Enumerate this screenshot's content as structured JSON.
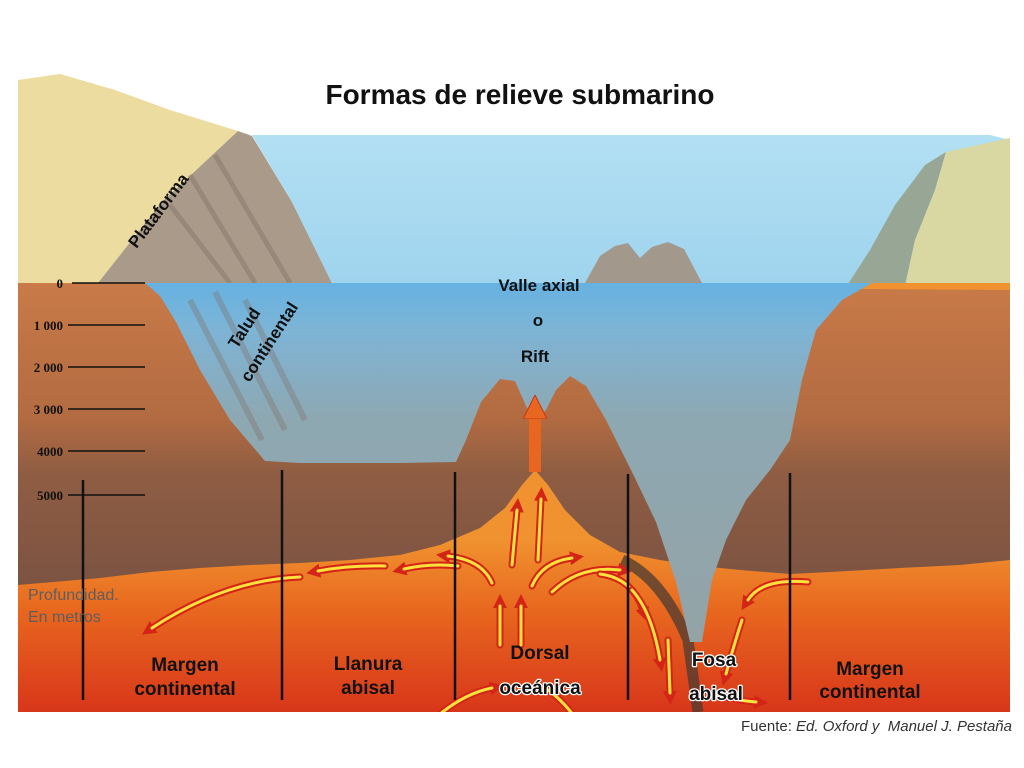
{
  "title": "Formas de relieve submarino",
  "depth_scale": {
    "ticks": [
      "0",
      "1 000",
      "2 000",
      "3 000",
      "4000",
      "5000"
    ],
    "caption": [
      "Profundidad.",
      "En metros"
    ]
  },
  "features": {
    "plataforma": "Plataforma",
    "talud": [
      "Talud",
      "continental"
    ],
    "valle_axial": [
      "Valle axial",
      "o",
      "Rift"
    ]
  },
  "zones": [
    [
      "Margen",
      "continental"
    ],
    [
      "Llanura",
      "abisal"
    ],
    [
      "Dorsal",
      "oceánica"
    ],
    [
      "Fosa",
      "abisal"
    ],
    [
      "Margen",
      "continental"
    ]
  ],
  "source": {
    "prefix": "Fuente: ",
    "credit": "Ed. Oxford y  Manuel J. Pestaña"
  },
  "colors": {
    "arrow_fill": "#ffe23c",
    "arrow_outline": "#d42418",
    "magma": "#e8661f"
  }
}
